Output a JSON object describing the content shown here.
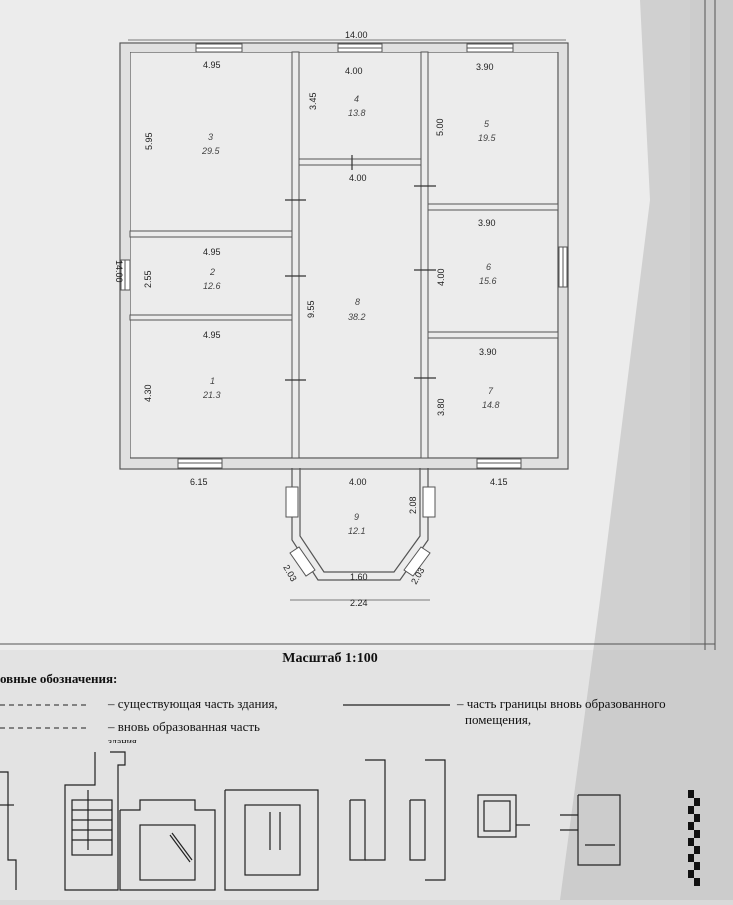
{
  "plan": {
    "overall_width": "14.00",
    "overall_height": "14.00",
    "rooms": [
      {
        "id": "room-1",
        "num": "1",
        "area": "21.3",
        "w": "4.95",
        "h": "4.30"
      },
      {
        "id": "room-2",
        "num": "2",
        "area": "12.6",
        "w": "4.95",
        "h": "2.55"
      },
      {
        "id": "room-3",
        "num": "3",
        "area": "29.5",
        "w": "4.95",
        "h": "5.95"
      },
      {
        "id": "room-4",
        "num": "4",
        "area": "13.8",
        "w": "4.00",
        "h": "3.45"
      },
      {
        "id": "room-5",
        "num": "5",
        "area": "19.5",
        "w": "3.90",
        "h": "5.00"
      },
      {
        "id": "room-6",
        "num": "6",
        "area": "15.6",
        "w": "3.90",
        "h": "4.00"
      },
      {
        "id": "room-7",
        "num": "7",
        "area": "14.8",
        "w": "3.90",
        "h": "3.80"
      },
      {
        "id": "room-8",
        "num": "8",
        "area": "38.2",
        "w": "4.00",
        "h": "9.55"
      },
      {
        "id": "room-9",
        "num": "9",
        "area": "12.1",
        "w": "4.00",
        "h": "2.08"
      }
    ],
    "bottom_left": "6.15",
    "bottom_right": "4.15",
    "bay_side_left": "2.03",
    "bay_side_right": "2.03",
    "bay_front_inner": "1.60",
    "bay_front_outer": "2.24"
  },
  "scale_label": "Масштаб 1:100",
  "legend": {
    "title": "овные обозначения:",
    "existing": "– существующая часть здания,",
    "new_part": "– вновь образованная часть",
    "new_part_cut": "здания",
    "boundary_line1": "– часть границы вновь образованного",
    "boundary_line2": "помещения,"
  }
}
